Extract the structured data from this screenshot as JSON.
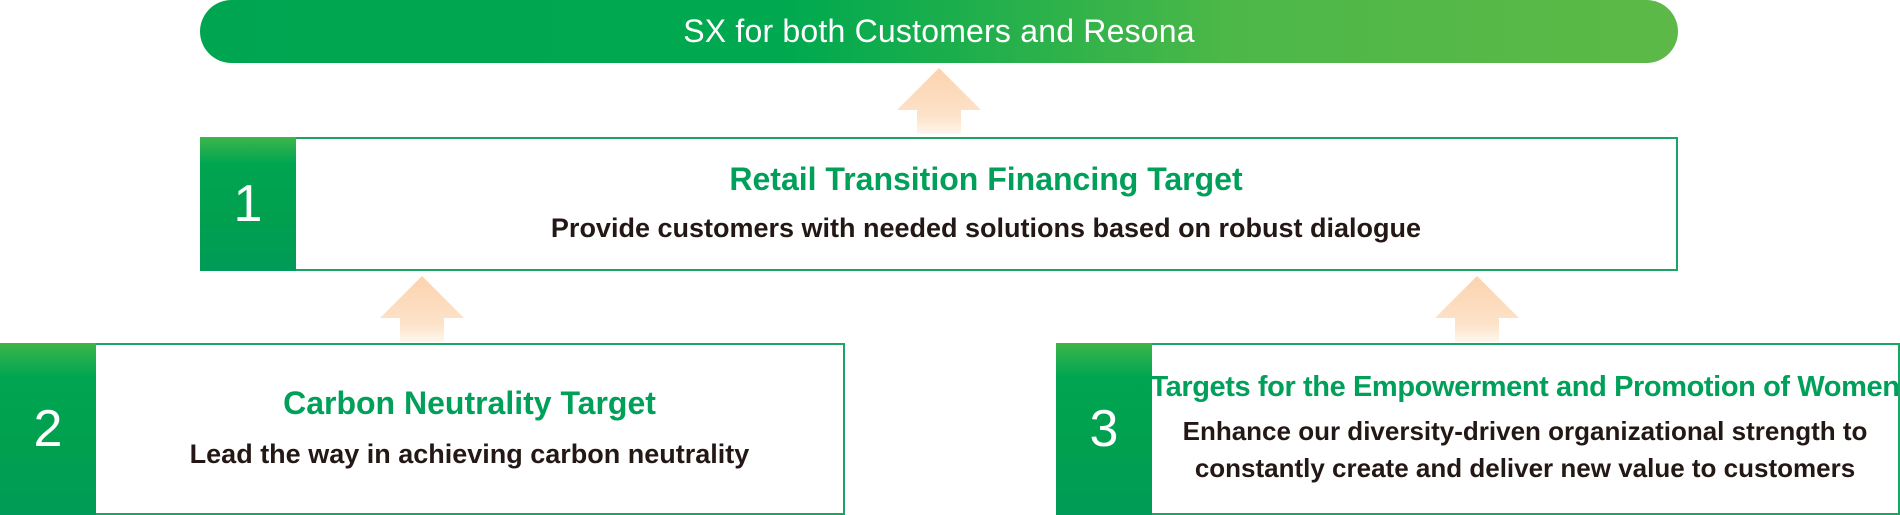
{
  "header": {
    "title": "SX for both Customers and Resona"
  },
  "targets": [
    {
      "number": "1",
      "title": "Retail Transition Financing Target",
      "description": "Provide customers with needed solutions based on robust dialogue"
    },
    {
      "number": "2",
      "title": "Carbon Neutrality Target",
      "description": "Lead the way in achieving carbon neutrality"
    },
    {
      "number": "3",
      "title": "Targets for the Empowerment and Promotion of Women",
      "description_line1": "Enhance our diversity-driven organizational strength to",
      "description_line2": "constantly create and deliver new value to customers"
    }
  ],
  "colors": {
    "primary_green": "#00a551",
    "light_green": "#5cb947",
    "title_green": "#00a05a",
    "arrow_peach": "#fcd6b4",
    "text_dark": "#231815"
  }
}
